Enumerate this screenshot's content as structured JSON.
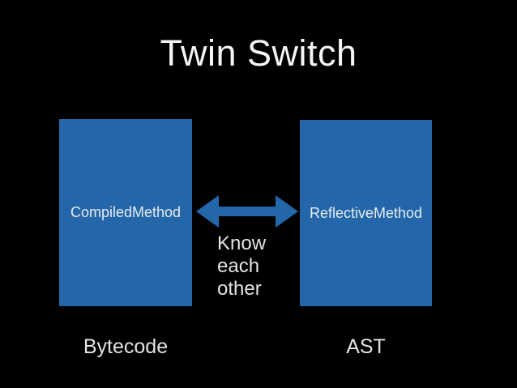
{
  "slide": {
    "title": "Twin Switch",
    "left_box": {
      "label": "CompiledMethod",
      "caption": "Bytecode"
    },
    "right_box": {
      "label": "ReflectiveMethod",
      "caption": "AST"
    },
    "arrow": {
      "icon": "double-headed-horizontal-arrow-icon",
      "caption": "Know\neach\nother"
    },
    "colors": {
      "background": "#000000",
      "box_blue": "#2366a9",
      "title_color": "#f5f5f5",
      "label_color": "#e7ebef",
      "caption_color": "#e3e3e3"
    }
  }
}
